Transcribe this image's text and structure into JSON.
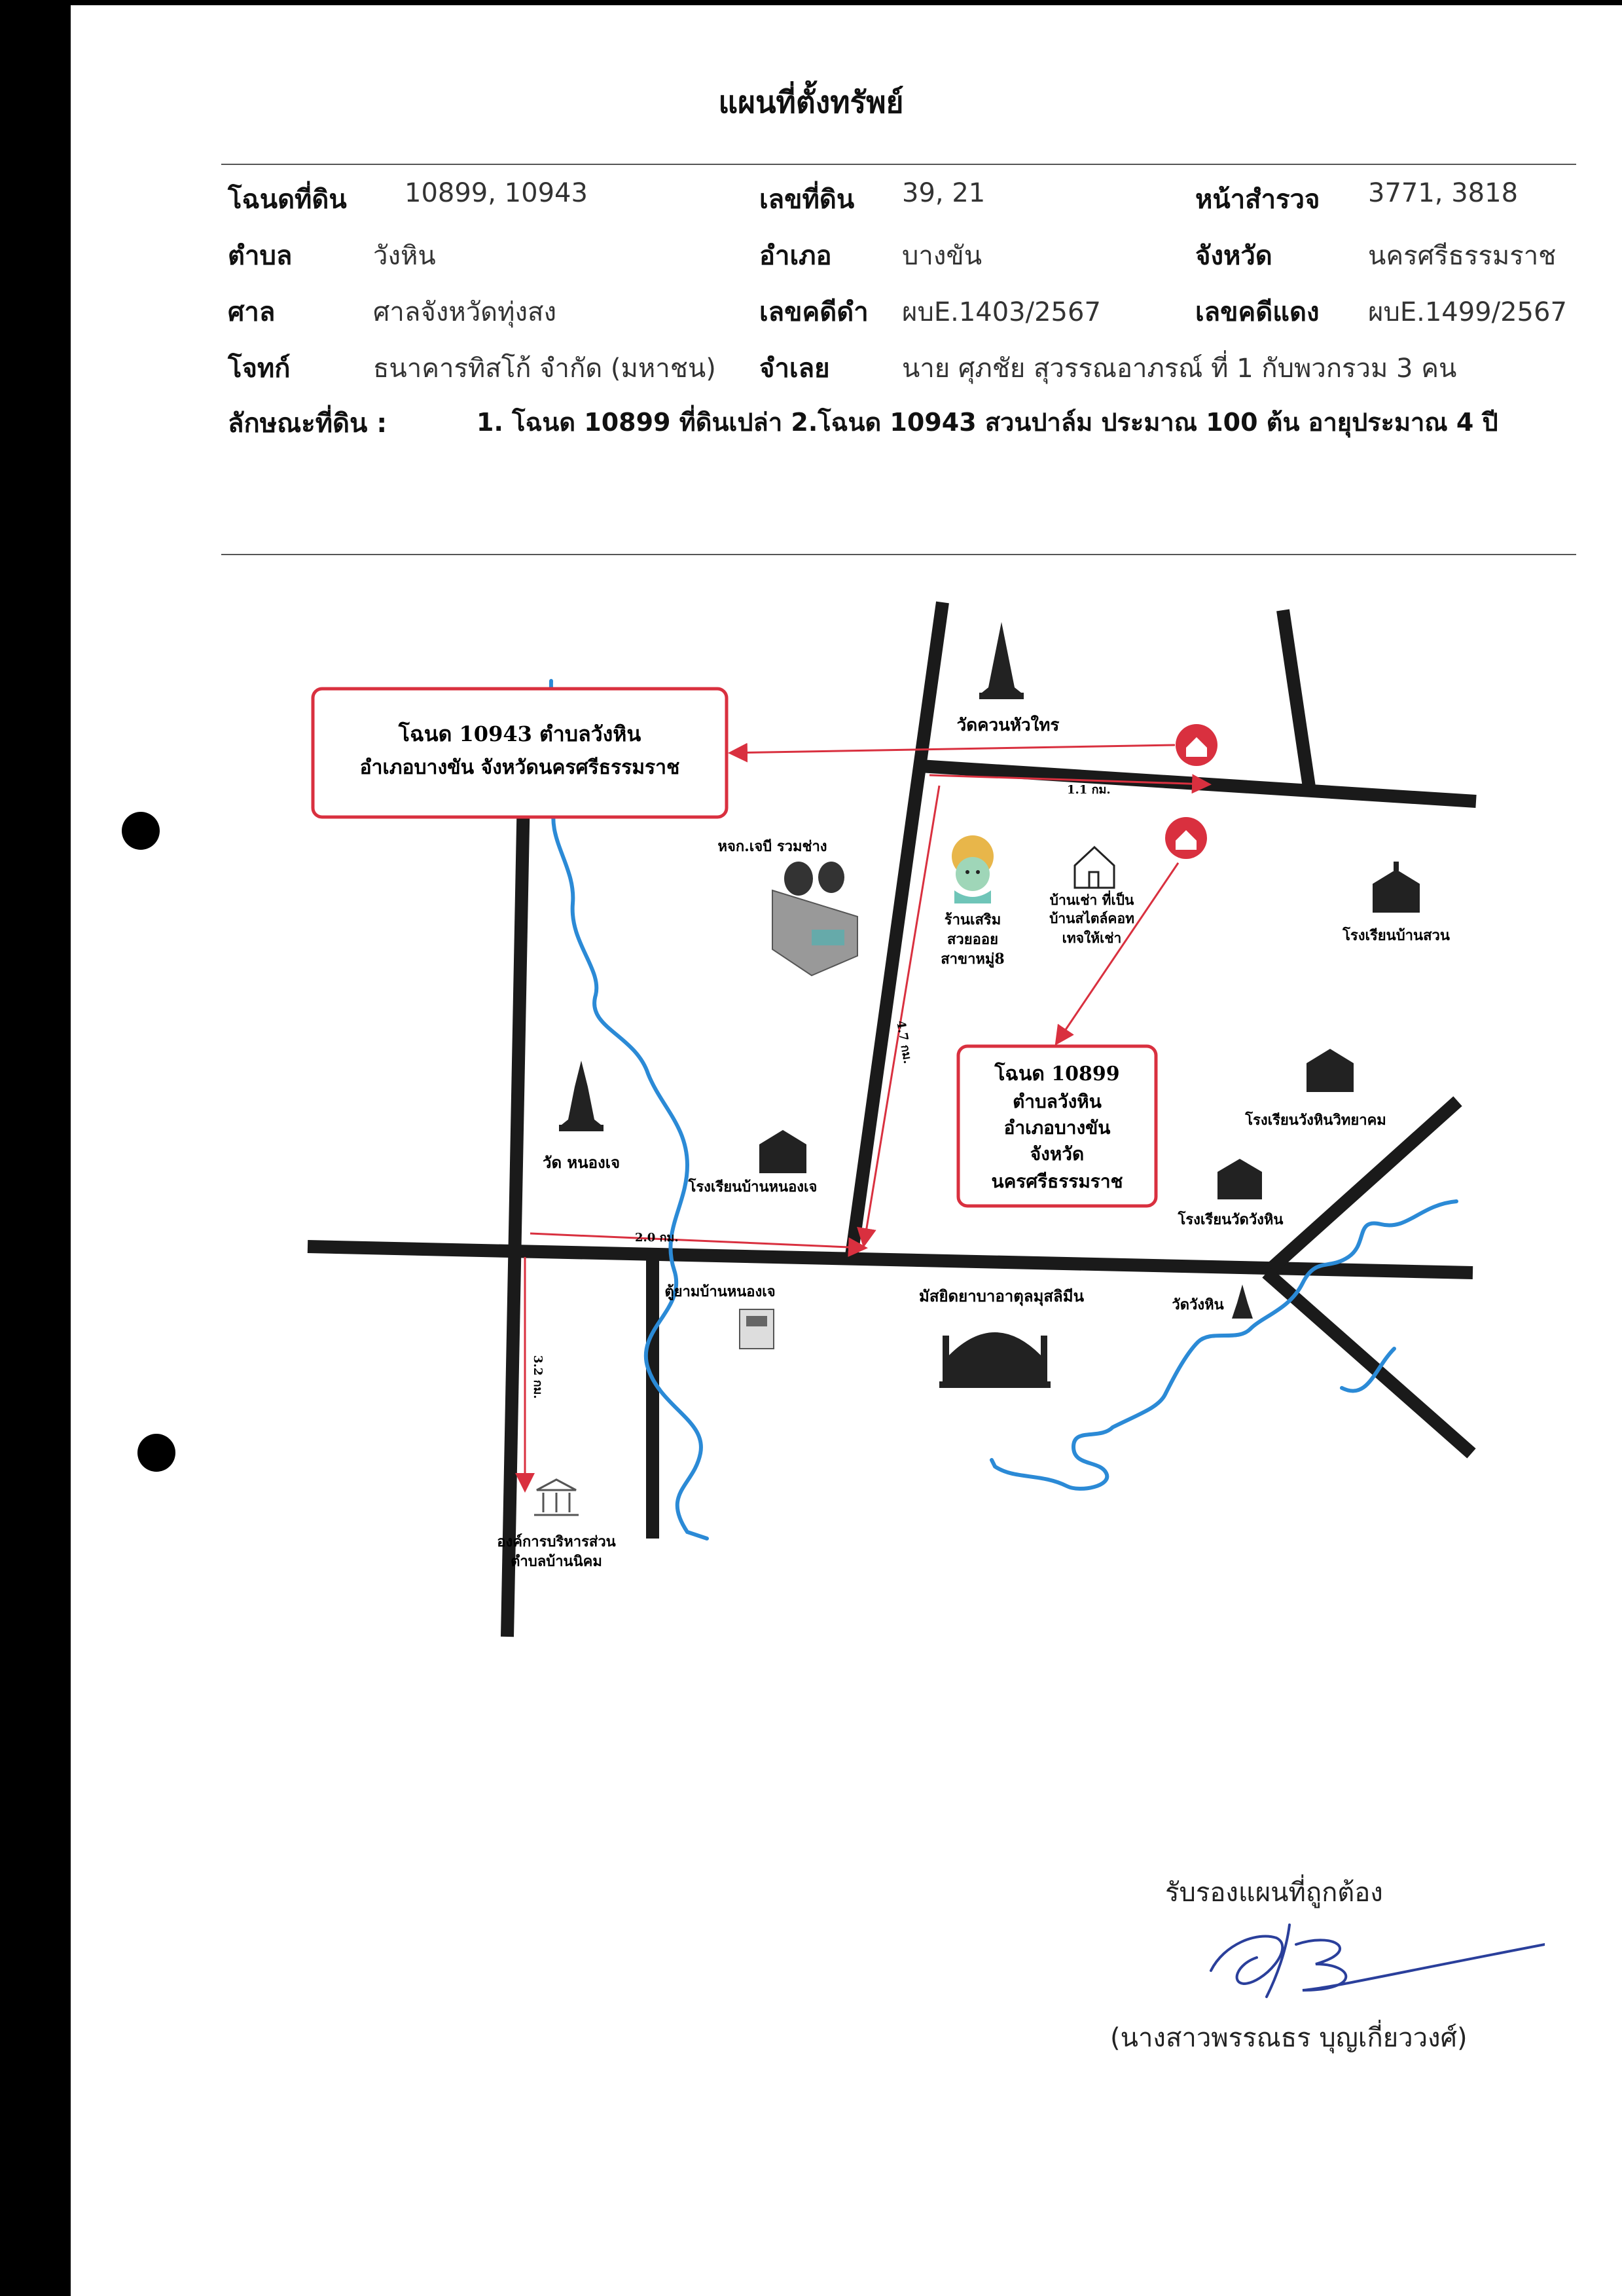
{
  "title": "แผนที่ตั้งทรัพย์",
  "fields": {
    "deed_label": "โฉนดที่ดิน",
    "deed_value": "10899, 10943",
    "landno_label": "เลขที่ดิน",
    "landno_value": "39, 21",
    "survey_label": "หน้าสำรวจ",
    "survey_value": "3771, 3818",
    "tambon_label": "ตำบล",
    "tambon_value": "วังหิน",
    "amphoe_label": "อำเภอ",
    "amphoe_value": "บางขัน",
    "province_label": "จังหวัด",
    "province_value": "นครศรีธรรมราช",
    "court_label": "ศาล",
    "court_value": "ศาลจังหวัดทุ่งสง",
    "black_label": "เลขคดีดำ",
    "black_value": "ผบE.1403/2567",
    "red_label": "เลขคดีแดง",
    "red_value": "ผบE.1499/2567",
    "plaintiff_label": "โจทก์",
    "plaintiff_value": "ธนาคารทิสโก้ จำกัด (มหาชน)",
    "defendant_label": "จำเลย",
    "defendant_value": "นาย ศุภชัย สุวรรณอาภรณ์  ที่ 1  กับพวกรวม 3 คน",
    "landtype_label": "ลักษณะที่ดิน :",
    "landtype_value": "1. โฉนด 10899 ที่ดินเปล่า 2.โฉนด 10943 สวนปาล์ม ประมาณ 100 ต้น อายุประมาณ 4 ปี"
  },
  "map": {
    "box1": [
      "โฉนด 10943 ตำบลวังหิน",
      "อำเภอบางขัน จังหวัดนครศรีธรรมราช"
    ],
    "box2": [
      "โฉนด 10899",
      "ตำบลวังหิน",
      "อำเภอบางขัน",
      "จังหวัด",
      "นครศรีธรรมราช"
    ],
    "places": {
      "wat_top": "วัดควนหัวใทร",
      "hok_je": "หจก.เจบี รวมช่าง",
      "salon": [
        "ร้านเสริม",
        "สวยออย",
        "สาขาหมู่8"
      ],
      "rental": [
        "บ้านเช่า ที่เป็น",
        "บ้านสไตล์คอท",
        "เทจให้เช่า"
      ],
      "school_suan": "โรงเรียนบ้านสวน",
      "wat_nong_je": "วัด หนองเจ",
      "school_nong_je": "โรงเรียนบ้านหนองเจ",
      "school_wittayakom": "โรงเรียนวังหินวิทยาคม",
      "school_wang_hin": "โรงเรียนวัดวังหิน",
      "atm": "ตู้ยามบ้านหนองเจ",
      "mosque": "มัสยิดยาบาอาตุลมุสลิมีน",
      "wat_wang_hin": "วัดวังหิน",
      "sao": [
        "องค์การบริหารส่วน",
        "ตำบลบ้านนิคม"
      ]
    },
    "distances": {
      "d1": "1.1 กม.",
      "d2": "4.7 กม.",
      "d3": "2.0 กม.",
      "d4": "3.2 กม."
    },
    "colors": {
      "road": "#1a1a1a",
      "river": "#2b8ad6",
      "accent": "#d9303f"
    }
  },
  "certify": {
    "text": "รับรองแผนที่ถูกต้อง",
    "name": "(นางสาวพรรณธร บุญเกี่ยววงศ์)"
  }
}
